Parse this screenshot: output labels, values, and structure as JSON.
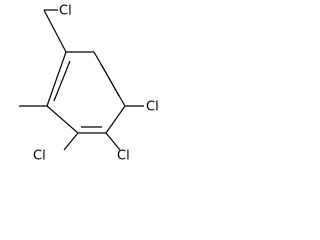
{
  "molecule": {
    "atoms": {
      "cl_chloromethyl": "Cl",
      "cl_ring_right": "Cl",
      "cl_ring_bottom_left": "Cl",
      "cl_ring_bottom_right": "Cl"
    }
  },
  "colors": {
    "bond": "#000000",
    "label": "#000000",
    "background": "#ffffff"
  }
}
